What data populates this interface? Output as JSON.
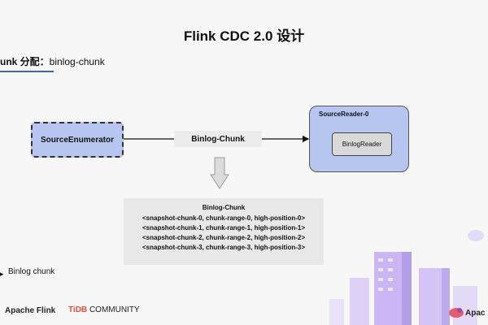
{
  "header": {
    "title": "Flink CDC 2.0 设计",
    "subtitle_prefix": "unk 分配：",
    "subtitle_value": "binlog-chunk"
  },
  "diagram": {
    "enumerator_label": "SourceEnumerator",
    "edge_label": "Binlog-Chunk",
    "reader_group_label": "SourceReader-0",
    "binlog_reader_label": "BinlogReader",
    "detail": {
      "title": "Binlog-Chunk",
      "lines": [
        "<snapshot-chunk-0, chunk-range-0, high-position-0>",
        "<snapshot-chunk-1, chunk-range-1, high-position-1>",
        "<snapshot-chunk-2, chunk-range-2, high-position-2>",
        "<snapshot-chunk-3, chunk-range-3, high-position-3>"
      ]
    }
  },
  "legend": {
    "marker": "▸",
    "label": "Binlog chunk"
  },
  "footer": {
    "flink_label": "Apache Flink",
    "tidb_mark": "TiDB",
    "tidb_label": "COMMUNITY",
    "right_label": "Apac"
  },
  "colors": {
    "node_fill": "#b7c6f0",
    "accent_underline": "#3a66c8",
    "tidb_red": "#e84b3c",
    "deco_purple": "#c9b6f2"
  },
  "icons": {
    "down_arrow": "hollow-down-arrow-icon",
    "tidb_logo": "tidb-logo-icon",
    "flink_logo": "squirrel-icon"
  }
}
